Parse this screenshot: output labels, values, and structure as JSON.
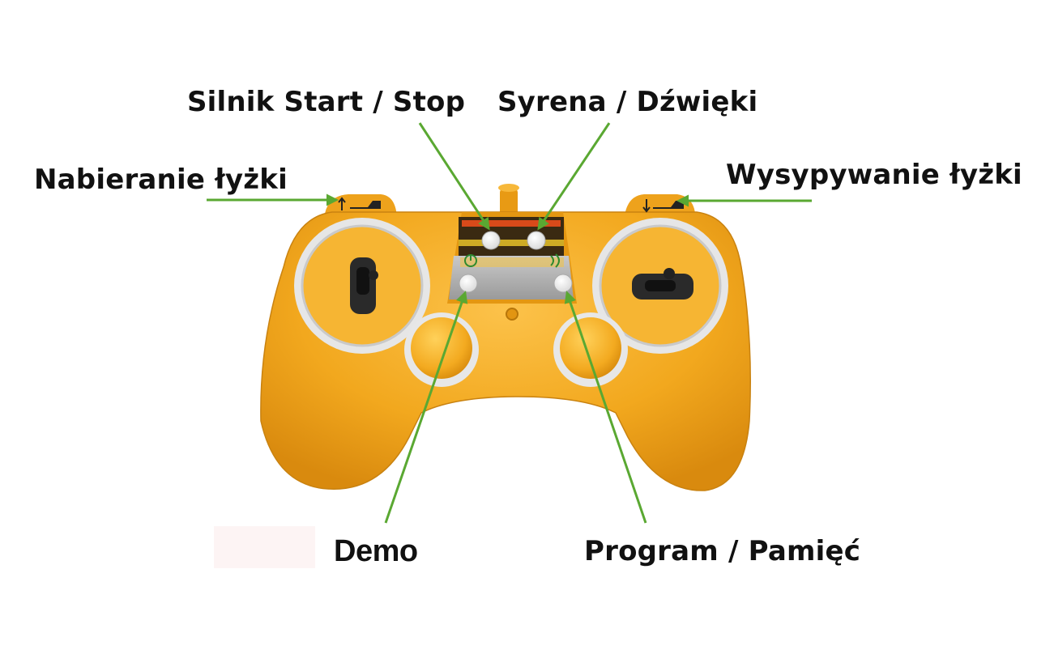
{
  "labels": {
    "engine_start_stop": "Silnik Start / Stop",
    "siren_sounds": "Syrena / Dźwięki",
    "bucket_scoop": "Nabieranie łyżki",
    "bucket_dump": "Wysypywanie łyżki",
    "demo": "Demo",
    "program_memory": "Program / Pamięć"
  },
  "colors": {
    "body": "#f2a81e",
    "arrow": "#5aa832",
    "ring": "#e4e4e4",
    "text": "#111111"
  },
  "icons": [
    "power-icon",
    "sound-icon",
    "excavator-up-icon",
    "excavator-down-icon"
  ]
}
